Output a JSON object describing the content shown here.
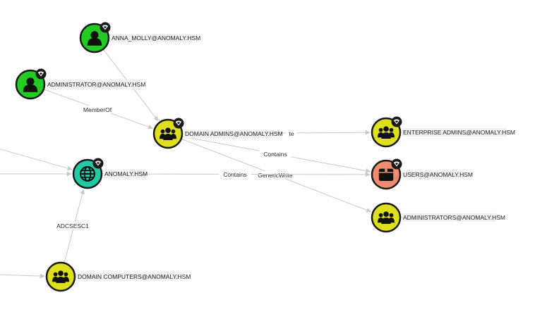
{
  "graph": {
    "colors": {
      "user": "#22cc22",
      "group": "#dde01a",
      "domain": "#21c9a5",
      "container": "#ef8c6f",
      "edge": "#c9c9c9"
    },
    "nodes": [
      {
        "id": "anna",
        "label": "ANNA_MOLLY@ANOMALY.HSM",
        "kind": "user",
        "icon": "user-icon",
        "badge": true
      },
      {
        "id": "administrator",
        "label": "ADMINISTRATOR@ANOMALY.HSM",
        "kind": "user",
        "icon": "user-icon",
        "badge": true
      },
      {
        "id": "domain_admins",
        "label": "DOMAIN ADMINS@ANOMALY.HSM",
        "kind": "group",
        "icon": "group-icon",
        "badge": true
      },
      {
        "id": "enterprise_admins",
        "label": "ENTERPRISE ADMINS@ANOMALY.HSM",
        "kind": "group",
        "icon": "group-icon",
        "badge": true
      },
      {
        "id": "anomaly",
        "label": "ANOMALY.HSM",
        "kind": "domain",
        "icon": "globe-icon",
        "badge": true
      },
      {
        "id": "users",
        "label": "USERS@ANOMALY.HSM",
        "kind": "container",
        "icon": "container-icon",
        "badge": true
      },
      {
        "id": "administrators",
        "label": "ADMINISTRATORS@ANOMALY.HSM",
        "kind": "group",
        "icon": "group-icon",
        "badge": false
      },
      {
        "id": "domain_computers",
        "label": "DOMAIN COMPUTERS@ANOMALY.HSM",
        "kind": "group",
        "icon": "group-icon",
        "badge": false
      }
    ],
    "edges": [
      {
        "from": "anna",
        "to": "domain_admins",
        "label": ""
      },
      {
        "from": "administrator",
        "to": "domain_admins",
        "label": "MemberOf"
      },
      {
        "from": "domain_admins",
        "to": "enterprise_admins",
        "label": "te"
      },
      {
        "from": "domain_admins",
        "to": "users",
        "label": "Contains"
      },
      {
        "from": "domain_admins",
        "to": "administrators",
        "label": "GenericWrite"
      },
      {
        "from": "anomaly",
        "to": "users",
        "label": "Contains"
      },
      {
        "from": "domain_computers",
        "to": "anomaly",
        "label": "ADCSESC1"
      },
      {
        "from": "offscreen_left_a",
        "to": "anomaly",
        "label": ""
      },
      {
        "from": "offscreen_left_b",
        "to": "anomaly",
        "label": ""
      },
      {
        "from": "offscreen_left_c",
        "to": "domain_computers",
        "label": ""
      }
    ]
  }
}
